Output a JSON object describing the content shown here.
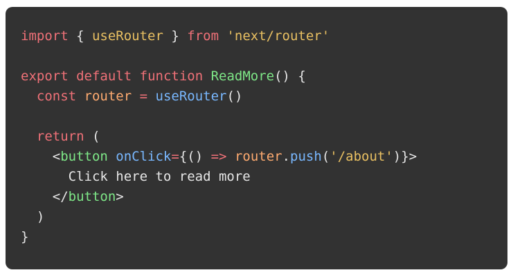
{
  "theme": {
    "page_bg": "#ffffff",
    "code_bg": "#323232",
    "token_colors": {
      "keyword": "#f07178",
      "string": "#e9c062",
      "function": "#7ee787",
      "tag": "#7ee787",
      "call": "#79b8ff",
      "attr": "#79b8ff",
      "variable": "#ffab70",
      "plain": "#e6e6e6"
    }
  },
  "code": {
    "language": "jsx",
    "lines": [
      [
        {
          "t": "import",
          "c": "keyword"
        },
        {
          "t": " { ",
          "c": "plain"
        },
        {
          "t": "useRouter",
          "c": "string"
        },
        {
          "t": " } ",
          "c": "plain"
        },
        {
          "t": "from",
          "c": "keyword"
        },
        {
          "t": " ",
          "c": "plain"
        },
        {
          "t": "'next/router'",
          "c": "string"
        }
      ],
      [],
      [
        {
          "t": "export",
          "c": "keyword"
        },
        {
          "t": " ",
          "c": "plain"
        },
        {
          "t": "default",
          "c": "keyword"
        },
        {
          "t": " ",
          "c": "plain"
        },
        {
          "t": "function",
          "c": "keyword"
        },
        {
          "t": " ",
          "c": "plain"
        },
        {
          "t": "ReadMore",
          "c": "function"
        },
        {
          "t": "() {",
          "c": "plain"
        }
      ],
      [
        {
          "t": "  ",
          "c": "plain"
        },
        {
          "t": "const",
          "c": "keyword"
        },
        {
          "t": " ",
          "c": "plain"
        },
        {
          "t": "router",
          "c": "variable"
        },
        {
          "t": " ",
          "c": "plain"
        },
        {
          "t": "=",
          "c": "keyword"
        },
        {
          "t": " ",
          "c": "plain"
        },
        {
          "t": "useRouter",
          "c": "call"
        },
        {
          "t": "()",
          "c": "plain"
        }
      ],
      [],
      [
        {
          "t": "  ",
          "c": "plain"
        },
        {
          "t": "return",
          "c": "keyword"
        },
        {
          "t": " (",
          "c": "plain"
        }
      ],
      [
        {
          "t": "    <",
          "c": "plain"
        },
        {
          "t": "button",
          "c": "tag"
        },
        {
          "t": " ",
          "c": "plain"
        },
        {
          "t": "onClick",
          "c": "attr"
        },
        {
          "t": "=",
          "c": "keyword"
        },
        {
          "t": "{() ",
          "c": "plain"
        },
        {
          "t": "=>",
          "c": "keyword"
        },
        {
          "t": " ",
          "c": "plain"
        },
        {
          "t": "router",
          "c": "variable"
        },
        {
          "t": ".",
          "c": "plain"
        },
        {
          "t": "push",
          "c": "call"
        },
        {
          "t": "(",
          "c": "plain"
        },
        {
          "t": "'/about'",
          "c": "string"
        },
        {
          "t": ")}>",
          "c": "plain"
        }
      ],
      [
        {
          "t": "      Click here to read more",
          "c": "plain"
        }
      ],
      [
        {
          "t": "    </",
          "c": "plain"
        },
        {
          "t": "button",
          "c": "tag"
        },
        {
          "t": ">",
          "c": "plain"
        }
      ],
      [
        {
          "t": "  )",
          "c": "plain"
        }
      ],
      [
        {
          "t": "}",
          "c": "plain"
        }
      ]
    ]
  }
}
